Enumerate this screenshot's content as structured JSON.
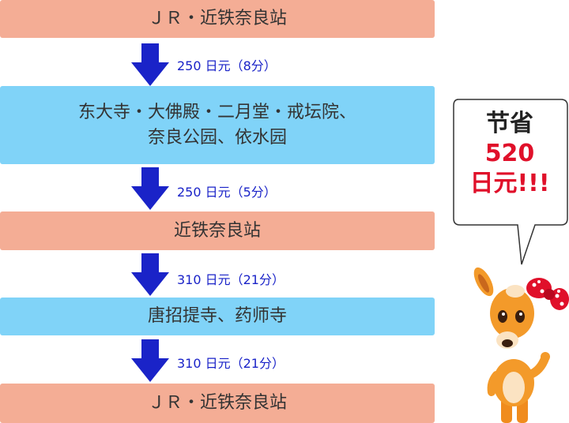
{
  "route": {
    "stations": [
      "ＪＲ・近铁奈良站",
      "东大寺・大佛殿・二月堂・戒坛院、\n奈良公园、依水园",
      "近铁奈良站",
      "唐招提寺、药师寺",
      "ＪＲ・近铁奈良站"
    ],
    "fares": [
      "250 日元（8分）",
      "250 日元（5分）",
      "310 日元（21分）",
      "310 日元（21分）"
    ]
  },
  "savings": {
    "line1": "节省",
    "line2": "520",
    "line3": "日元!!!"
  },
  "colors": {
    "station_main": "#f4ad95",
    "station_sight": "#80d3f8",
    "arrow": "#1a23c8",
    "fare_text": "#1a23c8",
    "savings_accent": "#e0102a"
  }
}
